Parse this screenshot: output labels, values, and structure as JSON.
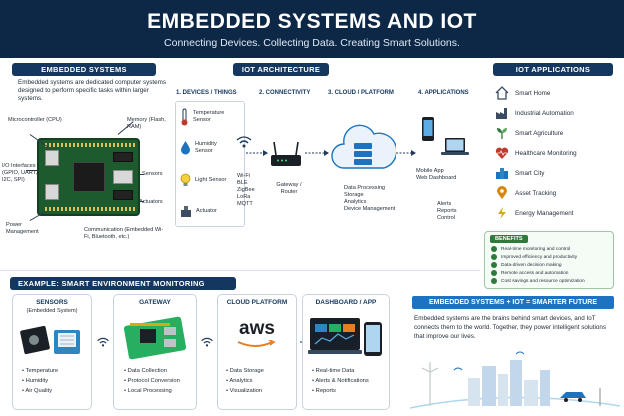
{
  "header": {
    "title": "EMBEDDED SYSTEMS AND IOT",
    "subtitle": "Connecting Devices. Collecting Data. Creating Smart Solutions."
  },
  "embedded": {
    "heading": "EMBEDDED SYSTEMS",
    "description": "Embedded systems are dedicated computer systems designed to perform specific tasks within larger systems.",
    "labels": {
      "microcontroller": "Microcontroller (CPU)",
      "memory": "Memory (Flash, RAM)",
      "io": "I/O Interfaces (GPIO, UART, I2C, SPI)",
      "sensors": "Sensors",
      "actuators": "Actuators",
      "power": "Power Management",
      "communication": "Communication (Embedded Wi-Fi, Bluetooth, etc.)"
    }
  },
  "architecture": {
    "heading": "IOT ARCHITECTURE",
    "steps": [
      "1. DEVICES / THINGS",
      "2. CONNECTIVITY",
      "3. CLOUD / PLATFORM",
      "4. APPLICATIONS"
    ],
    "devices": [
      "Temperature Sensor",
      "Humidity Sensor",
      "Light Sensor",
      "Actuator"
    ],
    "connectivity": [
      "Wi-Fi",
      "BLE",
      "ZigBee",
      "LoRa",
      "MQTT"
    ],
    "gateway": "Gateway / Router",
    "cloud": [
      "Data Processing",
      "Storage",
      "Analytics",
      "Device Management"
    ],
    "apps_label": [
      "Mobile App",
      "Web Dashboard"
    ],
    "outcomes": [
      "Alerts",
      "Reports",
      "Control"
    ]
  },
  "applications": {
    "heading": "IOT APPLICATIONS",
    "items": [
      "Smart Home",
      "Industrial Automation",
      "Smart Agriculture",
      "Healthcare Monitoring",
      "Smart City",
      "Asset Tracking",
      "Energy Management"
    ],
    "colors": [
      "#3a4b62",
      "#3a4b62",
      "#2f7a3b",
      "#c0392b",
      "#1e73c1",
      "#d68910",
      "#d4ac0d"
    ]
  },
  "benefits": {
    "heading": "BENEFITS",
    "items": [
      "Real-time monitoring and control",
      "Improved efficiency and productivity",
      "Data-driven decision making",
      "Remote access and automation",
      "Cost savings and resource optimization"
    ]
  },
  "example": {
    "heading": "EXAMPLE: SMART ENVIRONMENT MONITORING SYSTEM",
    "sensors": {
      "title": "SENSORS",
      "subtitle": "(Embedded System)",
      "items": [
        "Temperature",
        "Humidity",
        "Air Quality"
      ]
    },
    "gateway": {
      "title": "GATEWAY",
      "items": [
        "Data Collection",
        "Protocol Conversion",
        "Local Processing"
      ]
    },
    "cloud": {
      "title": "CLOUD PLATFORM",
      "logo": "aws",
      "items": [
        "Data Storage",
        "Analytics",
        "Visualization"
      ]
    },
    "dashboard": {
      "title": "DASHBOARD / APP",
      "items": [
        "Real-time Data",
        "Alerts & Notifications",
        "Reports"
      ]
    }
  },
  "future": {
    "heading": "EMBEDDED SYSTEMS + IOT = SMARTER FUTURE",
    "text": "Embedded systems are the brains behind smart devices, and IoT connects them to the world. Together, they power intelligent solutions that improve our lives."
  },
  "colors": {
    "navy": "#0d2747",
    "accent": "#1e73c1",
    "green": "#2f7a3b"
  }
}
